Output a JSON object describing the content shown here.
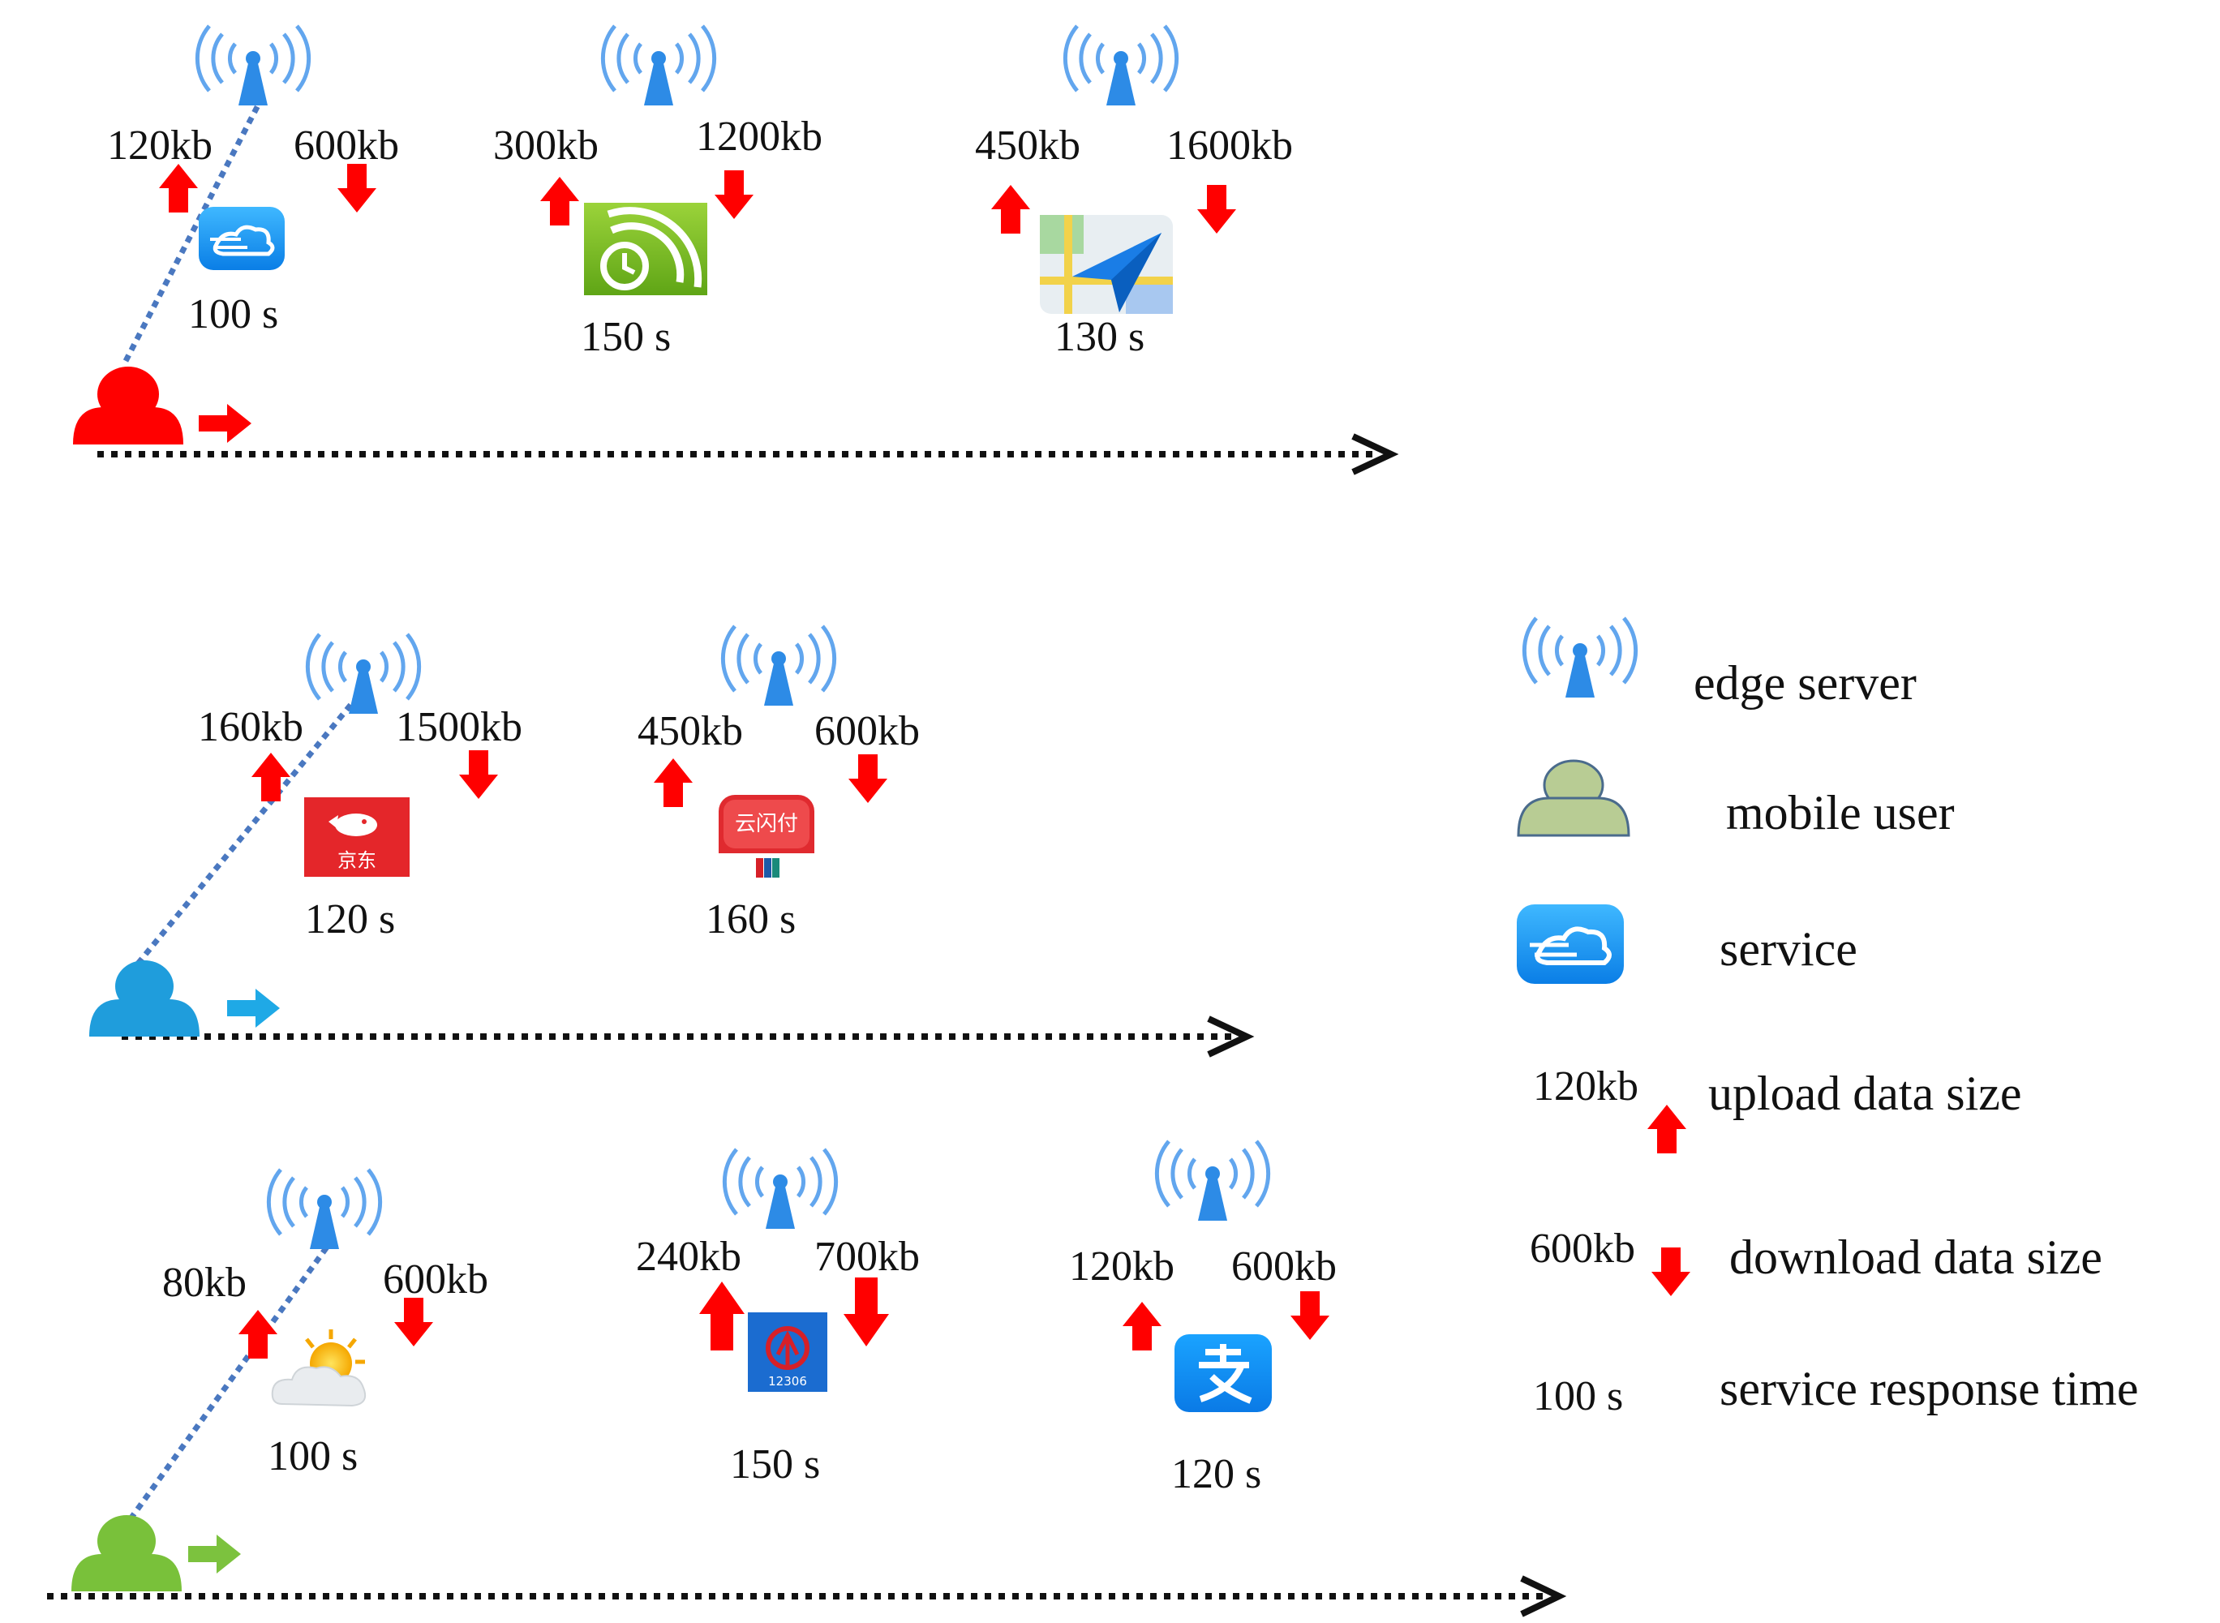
{
  "colors": {
    "red_user": "#ff0000",
    "blue_user": "#1f9ddc",
    "green_user": "#79c13a",
    "legend_user": "#b8cc94",
    "tower": "#2d8be6",
    "signal": "#62a6ee",
    "arrow_up": "#ff0000",
    "arrow_down": "#ff0000",
    "timeline": "#111111",
    "link": "#4a78c0"
  },
  "rows": [
    {
      "user_color": "red",
      "services": [
        {
          "icon": "cloud-service-icon",
          "upload": "120kb",
          "download": "600kb",
          "time": "100 s"
        },
        {
          "icon": "green-clock-app-icon",
          "upload": "300kb",
          "download": "1200kb",
          "time": "150 s"
        },
        {
          "icon": "map-navigation-app-icon",
          "upload": "450kb",
          "download": "1600kb",
          "time": "130 s"
        }
      ]
    },
    {
      "user_color": "blue",
      "services": [
        {
          "icon": "jd-shopping-app-icon",
          "upload": "160kb",
          "download": "1500kb",
          "time": "120 s"
        },
        {
          "icon": "cloud-pay-app-icon",
          "upload": "450kb",
          "download": "600kb",
          "time": "160 s"
        }
      ]
    },
    {
      "user_color": "green",
      "services": [
        {
          "icon": "weather-app-icon",
          "upload": "80kb",
          "download": "600kb",
          "time": "100 s"
        },
        {
          "icon": "railway-12306-app-icon",
          "upload": "240kb",
          "download": "700kb",
          "time": "150 s"
        },
        {
          "icon": "alipay-app-icon",
          "upload": "120kb",
          "download": "600kb",
          "time": "120 s"
        }
      ]
    }
  ],
  "app_text": {
    "jd": "京东",
    "cloud_pay": "云闪付",
    "railway": "12306"
  },
  "legend": {
    "edge_server": "edge server",
    "mobile_user": "mobile user",
    "service": "service",
    "upload_value": "120kb",
    "upload_label": "upload data size",
    "download_value": "600kb",
    "download_label": "download data size",
    "time_value": "100 s",
    "time_label": "service response time"
  }
}
